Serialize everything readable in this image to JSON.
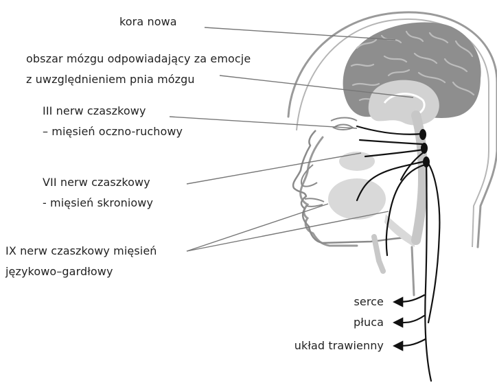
{
  "labels": {
    "neocortex": "kora nowa",
    "emotion_line1": "obszar mózgu odpowiadający za emocje",
    "emotion_line2": "z uwzględnieniem pnia mózgu",
    "nerve3_line1": "III nerw czaszkowy",
    "nerve3_line2": "– mięsień oczno-ruchowy",
    "nerve7_line1": "VII nerw czaszkowy",
    "nerve7_line2": "- mięsień skroniowy",
    "nerve9_line1": "IX nerw czaszkowy mięsień",
    "nerve9_line2": "językowo–gardłowy",
    "heart": "serce",
    "lungs": "płuca",
    "digestive": "układ trawienny"
  },
  "colors": {
    "cortex": "#8e8e8e",
    "cortex_folds": "#bdbdbd",
    "limbic": "#d2d2d2",
    "head_outline": "#9a9a9a",
    "face_shading": "#d9d9d9",
    "nerve": "#111111",
    "leader_line": "#777777",
    "text": "#222222"
  }
}
